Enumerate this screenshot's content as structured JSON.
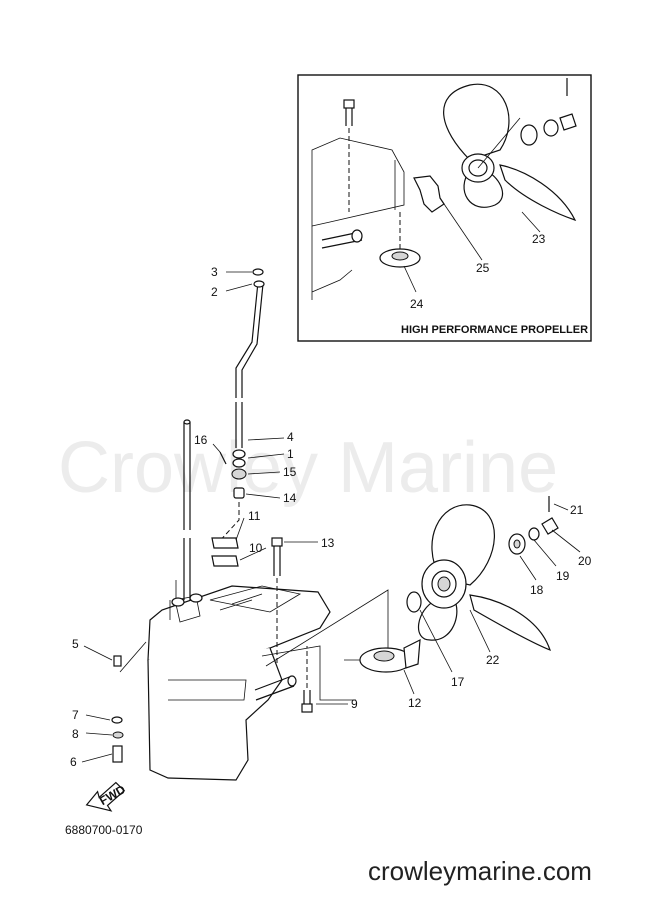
{
  "watermark": "Crowley Marine",
  "inset": {
    "title": "HIGH PERFORMANCE PROPELLER"
  },
  "part_code": "6880700-0170",
  "fwd_label": "FWD",
  "footer_site": "crowleymarine.com",
  "callouts": [
    "1",
    "2",
    "3",
    "4",
    "5",
    "6",
    "7",
    "8",
    "9",
    "10",
    "11",
    "12",
    "13",
    "14",
    "15",
    "16",
    "17",
    "18",
    "19",
    "20",
    "21",
    "22",
    "23",
    "24",
    "25"
  ]
}
